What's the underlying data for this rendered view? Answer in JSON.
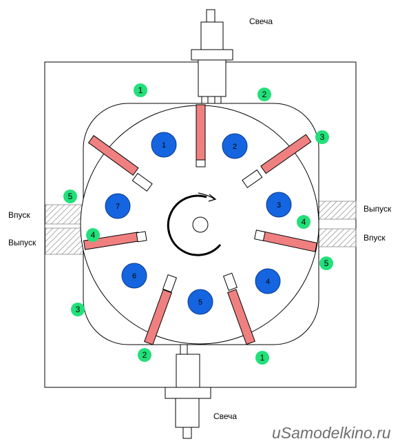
{
  "labels": {
    "spark_plug": "Свеча",
    "intake": "Впуск",
    "exhaust": "Выпуск"
  },
  "chamber_numbers": [
    "1",
    "2",
    "3",
    "4",
    "5",
    "6",
    "7"
  ],
  "port_numbers": [
    "1",
    "2",
    "3",
    "4",
    "5"
  ],
  "watermark": "uSamodelkino.ru",
  "colors": {
    "green_marker": "#22e07a",
    "blue_chamber": "#1565e0",
    "vane": "#f08080",
    "line": "#000000"
  },
  "icons": {
    "rotation": "clockwise-arrow-icon"
  }
}
